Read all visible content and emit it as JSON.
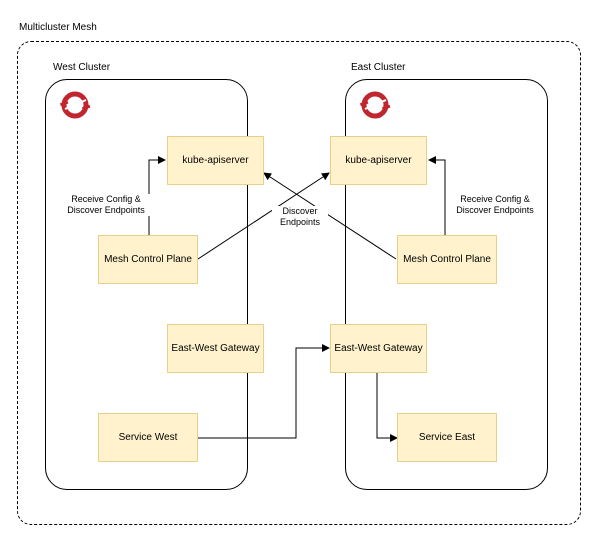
{
  "mesh": {
    "title": "Multicluster Mesh"
  },
  "west": {
    "title": "West Cluster",
    "kube_apiserver": "kube-apiserver",
    "mesh_control_plane": "Mesh Control Plane",
    "east_west_gateway": "East-West Gateway",
    "service": "Service West",
    "config_label_line1": "Receive Config &",
    "config_label_line2": "Discover Endpoints"
  },
  "east": {
    "title": "East Cluster",
    "kube_apiserver": "kube-apiserver",
    "mesh_control_plane": "Mesh Control Plane",
    "east_west_gateway": "East-West Gateway",
    "service": "Service East",
    "config_label_line1": "Receive Config &",
    "config_label_line2": "Discover Endpoints"
  },
  "cross": {
    "discover_line1": "Discover",
    "discover_line2": "Endpoints"
  },
  "colors": {
    "box_fill": "#fff2cc",
    "box_border": "#e8d08a",
    "logo_red": "#c0262d"
  },
  "icons": {
    "cluster_logo": "openshift-logo-icon"
  }
}
